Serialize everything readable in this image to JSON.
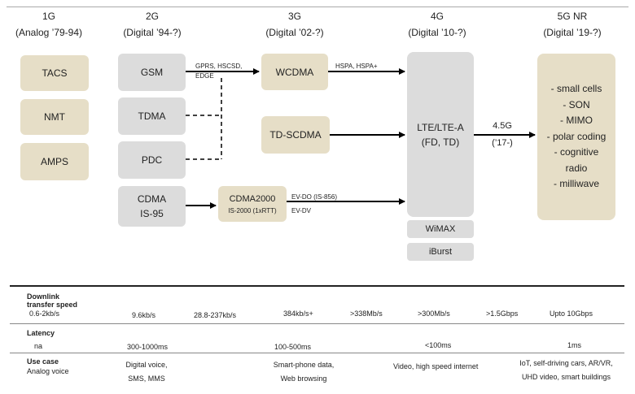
{
  "generations": [
    {
      "name": "1G",
      "period": "(Analog ’79-94)"
    },
    {
      "name": "2G",
      "period": "(Digital ’94-?)"
    },
    {
      "name": "3G",
      "period": "(Digital ’02-?)"
    },
    {
      "name": "4G",
      "period": "(Digital ’10-?)"
    },
    {
      "name": "5G NR",
      "period": "(Digital ’19-?)"
    }
  ],
  "g1": {
    "tacs": "TACS",
    "nmt": "NMT",
    "amps": "AMPS"
  },
  "g2": {
    "gsm": "GSM",
    "tdma": "TDMA",
    "pdc": "PDC",
    "cdma_line1": "CDMA",
    "cdma_line2": "IS-95"
  },
  "g3": {
    "wcdma": "WCDMA",
    "tdscdma": "TD-SCDMA",
    "cdma2000": "CDMA2000",
    "cdma2000_sub": "IS-2000 (1xRTT)"
  },
  "g4": {
    "lte_line1": "LTE/LTE-A",
    "lte_line2": "(FD, TD)",
    "wimax": "WiMAX",
    "iburst": "iBurst"
  },
  "g5": {
    "features": [
      "- small cells",
      "- SON",
      "- MIMO",
      "- polar coding",
      "- cognitive",
      "radio",
      "- milliwave"
    ]
  },
  "labels": {
    "gprs": "GPRS, HSCSD,",
    "edge": "EDGE",
    "hspa": "HSPA, HSPA+",
    "evdo": "EV-DO (IS-856)",
    "evdv": "EV-DV",
    "g45": "4.5G",
    "g45_year": "(’17-)"
  },
  "table": {
    "downlink": {
      "header_line1": "Downlink",
      "header_line2": "transfer speed",
      "v1g": "0.6-2kb/s",
      "v2g": "9.6kb/s",
      "v25g": "28.8-237kb/s",
      "v3g": "384kb/s+",
      "v35g": ">338Mb/s",
      "v4g": ">300Mb/s",
      "v45g": ">1.5Gbps",
      "v5g": "Upto 10Gbps"
    },
    "latency": {
      "header": "Latency",
      "v1g": "na",
      "v2g": "300-1000ms",
      "v3g": "100-500ms",
      "v4g": "<100ms",
      "v5g": "1ms"
    },
    "usecase": {
      "header": "Use case",
      "v1g": "Analog voice",
      "v2g_line1": "Digital voice,",
      "v2g_line2": "SMS, MMS",
      "v3g_line1": "Smart-phone data,",
      "v3g_line2": "Web browsing",
      "v4g": "Video, high speed internet",
      "v5g_line1": "IoT, self-driving cars, AR/VR,",
      "v5g_line2": "UHD video, smart buildings"
    }
  }
}
